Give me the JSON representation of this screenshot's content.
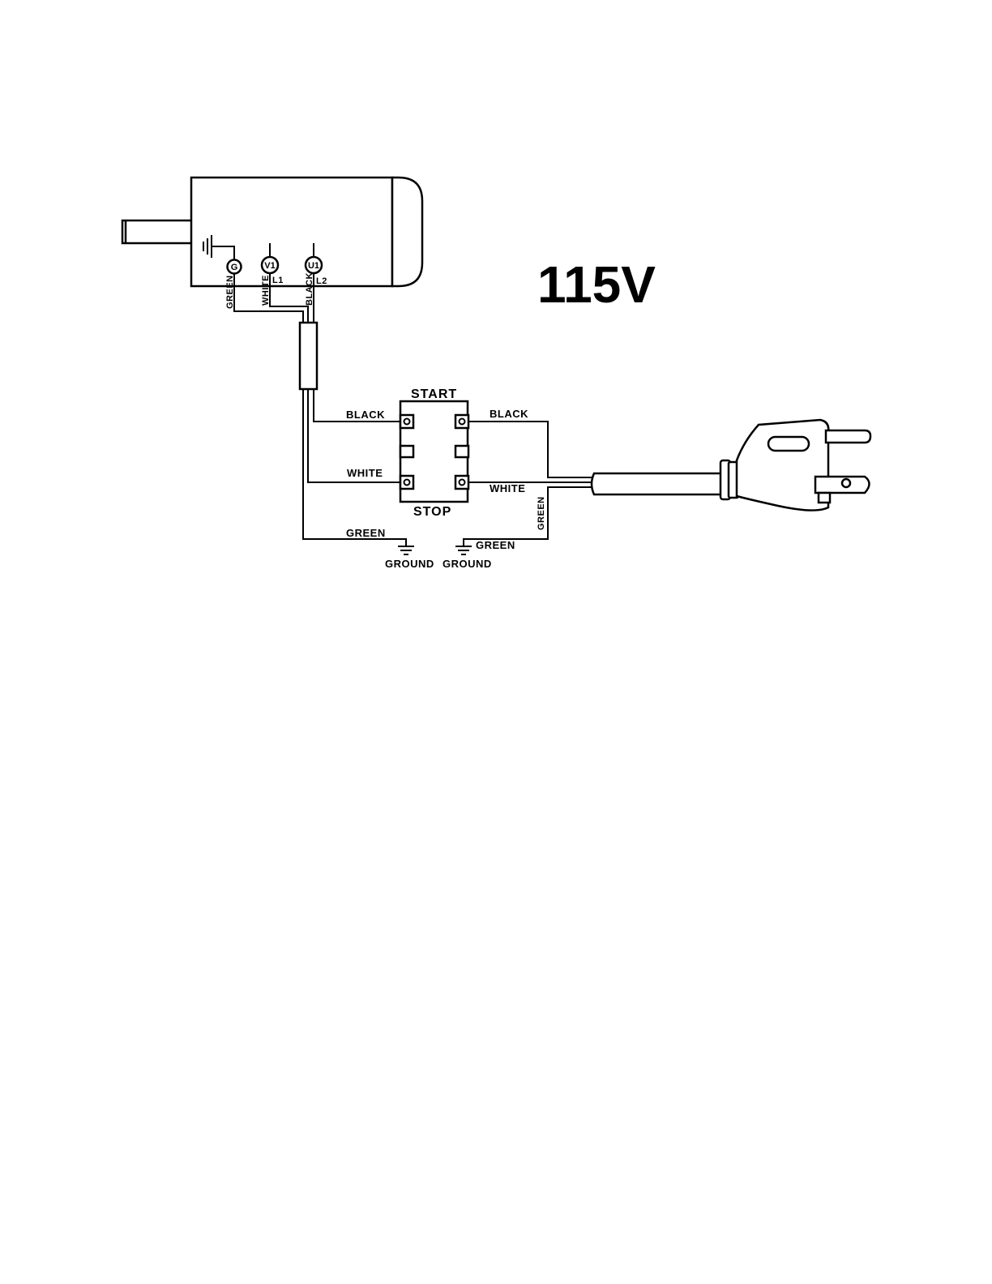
{
  "title": "115V",
  "motor": {
    "terminals": [
      {
        "id": "G",
        "wire": "GREEN"
      },
      {
        "id": "V1",
        "wire": "WHITE",
        "line": "L1"
      },
      {
        "id": "U1",
        "wire": "BLACK",
        "line": "L2"
      }
    ]
  },
  "switch": {
    "top_label": "START",
    "bottom_label": "STOP"
  },
  "wires": {
    "left_black": "BLACK",
    "left_white": "WHITE",
    "right_black": "BLACK",
    "right_white": "WHITE",
    "left_green": "GREEN",
    "right_green_vertical": "GREEN",
    "right_green": "GREEN"
  },
  "grounds": {
    "left": "GROUND",
    "right": "GROUND"
  }
}
